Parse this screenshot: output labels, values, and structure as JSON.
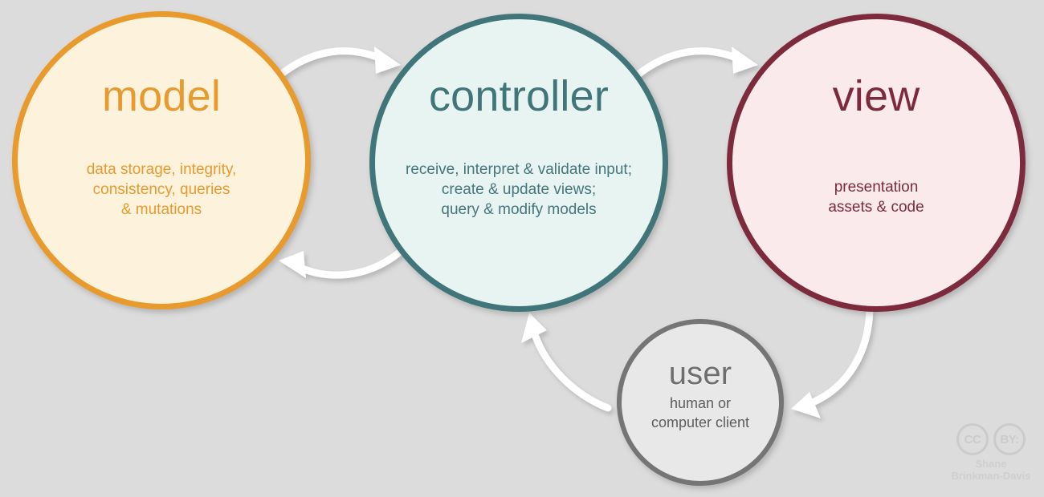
{
  "diagram": {
    "title": "MVC architecture diagram",
    "background_color": "#dcdcdc",
    "nodes": [
      {
        "id": "model",
        "title": "model",
        "description": "data storage, integrity,\nconsistency, queries\n& mutations",
        "border_color": "#e89a2c",
        "fill_color": "#fdf2dc",
        "text_color": "#e89a2c"
      },
      {
        "id": "controller",
        "title": "controller",
        "description": "receive, interpret & validate input;\ncreate & update views;\nquery & modify models",
        "border_color": "#40757a",
        "fill_color": "#e8f4f2",
        "text_color": "#40757a"
      },
      {
        "id": "view",
        "title": "view",
        "description": "presentation\nassets & code",
        "border_color": "#7d2b3c",
        "fill_color": "#fbeaec",
        "text_color": "#7d2b3c"
      },
      {
        "id": "user",
        "title": "user",
        "description": "human or\ncomputer client",
        "border_color": "#757575",
        "fill_color": "#e8e8e8",
        "text_color": "#6e6e6e"
      }
    ],
    "arrows": [
      {
        "id": "model-to-controller",
        "from": "model",
        "to": "controller",
        "color": "#ffffff"
      },
      {
        "id": "controller-to-model",
        "from": "controller",
        "to": "model",
        "color": "#ffffff"
      },
      {
        "id": "controller-to-view",
        "from": "controller",
        "to": "view",
        "color": "#ffffff"
      },
      {
        "id": "view-to-user",
        "from": "view",
        "to": "user",
        "color": "#ffffff"
      },
      {
        "id": "user-to-controller",
        "from": "user",
        "to": "controller",
        "color": "#ffffff"
      }
    ]
  },
  "license": {
    "cc_label": "CC",
    "by_label": "BY:",
    "author_line1": "Shane",
    "author_line2": "Brinkman-Davis",
    "color": "#cbcbcb"
  }
}
